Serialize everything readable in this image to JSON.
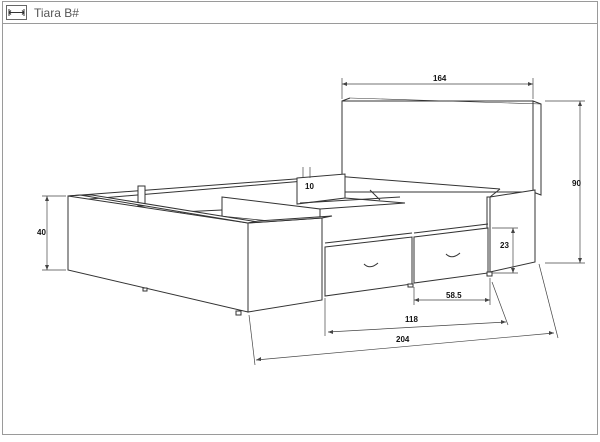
{
  "header": {
    "title": "Tiara B#",
    "icon": "width-dimension-icon"
  },
  "dimensions": {
    "width_top": "164",
    "height_right": "90",
    "height_left": "40",
    "inner_top": "10",
    "drawer_height": "23",
    "drawer_width": "58.5",
    "drawers_total": "118",
    "length": "204"
  },
  "colors": {
    "line": "#333333",
    "dim_line": "#444444",
    "border": "#9a9a9a",
    "title": "#555555"
  }
}
